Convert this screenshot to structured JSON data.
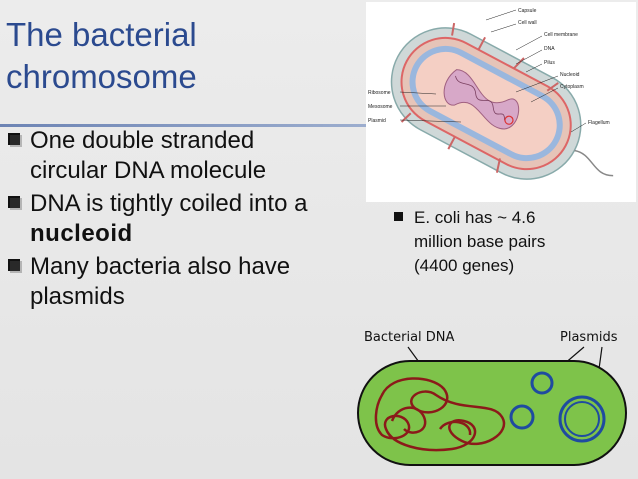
{
  "slide": {
    "title_line1": "The bacterial",
    "title_line2": "chromosome",
    "bullets": [
      {
        "lines": [
          "One double stranded",
          "circular DNA molecule"
        ]
      },
      {
        "line1": "DNA is tightly coiled into a",
        "bold": "nucleoid"
      },
      {
        "lines": [
          "Many bacteria also have",
          "plasmids"
        ]
      }
    ],
    "side_bullet": [
      "E. coli has ~ 4.6",
      "million base pairs",
      "(4400 genes)"
    ]
  },
  "cell_diagram": {
    "labels": [
      "Capsule",
      "Cell wall",
      "Cell membrane",
      "DNA",
      "Pilus",
      "Nucleoid",
      "Cytoplasm",
      "Flagellum",
      "Ribosome",
      "Mesosome",
      "Plasmid"
    ]
  },
  "dna_diagram": {
    "label_left": "Bacterial DNA",
    "label_right": "Plasmids"
  },
  "colors": {
    "title": "#2b4a8f",
    "bullet_mark": "#111111",
    "cell_fill": "#7ec34a",
    "dna": "#8b1a1a",
    "plasmid": "#1f4ba0"
  }
}
